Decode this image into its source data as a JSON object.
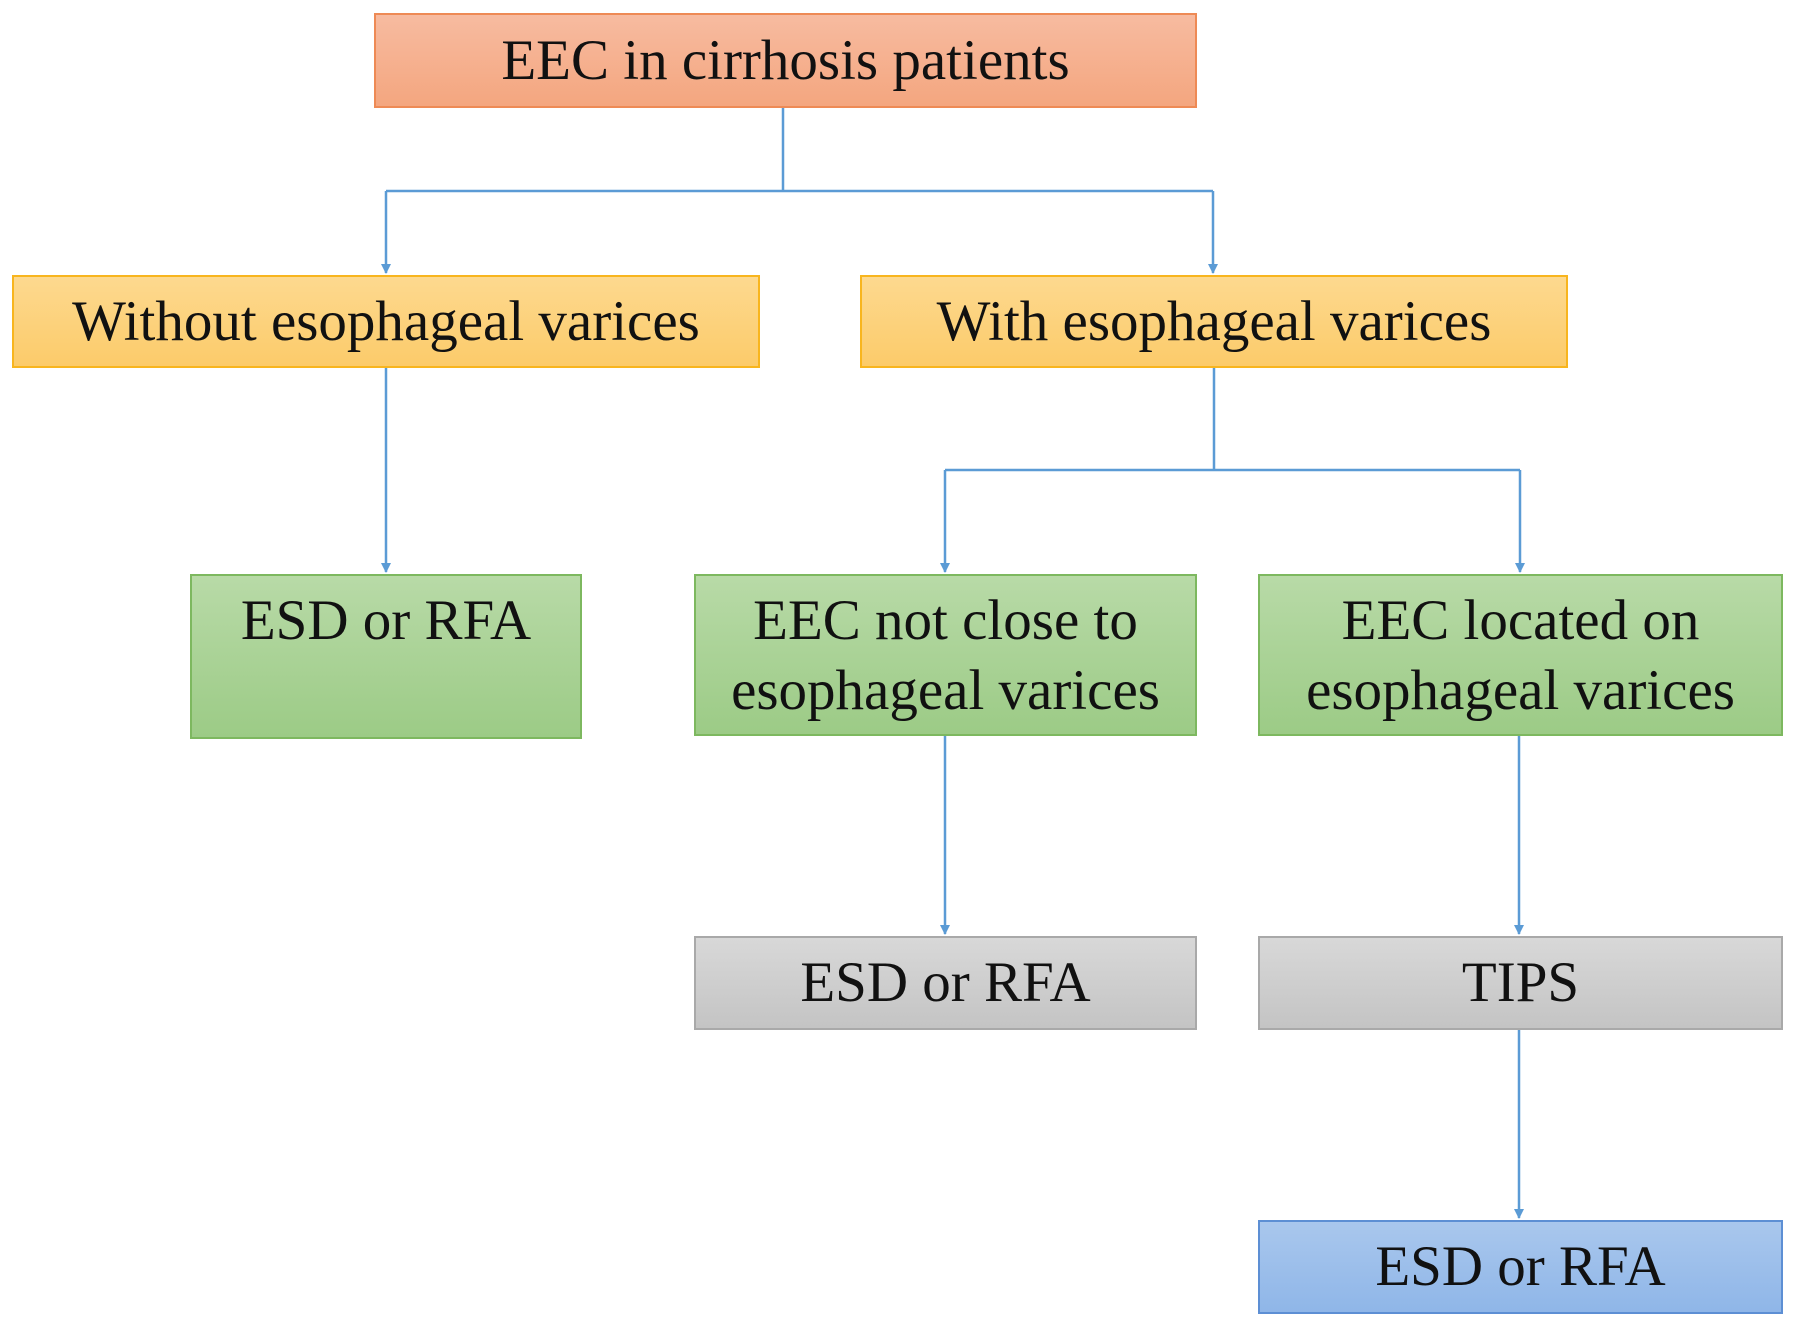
{
  "flowchart": {
    "root": "EEC in cirrhosis patients",
    "without_varices": "Without esophageal varices",
    "with_varices": "With esophageal varices",
    "left_treatment": "ESD or RFA",
    "not_close_line1": "EEC not close to",
    "not_close_line2": "esophageal varices",
    "located_on_line1": "EEC located on",
    "located_on_line2": "esophageal varices",
    "not_close_treatment": "ESD or RFA",
    "tips": "TIPS",
    "final_treatment": "ESD or RFA"
  },
  "colors": {
    "connector": "#5b9bd5",
    "root_fill": "#f4a67f",
    "level1_fill": "#fccb6a",
    "green_fill": "#9ccb86",
    "grey_fill": "#c4c4c4",
    "blue_fill": "#8fb6e8"
  }
}
